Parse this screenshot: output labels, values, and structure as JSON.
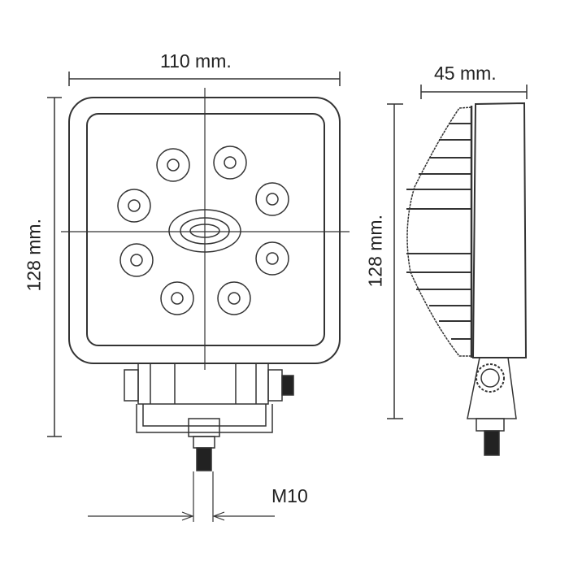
{
  "front_view": {
    "width_label": "110 mm.",
    "height_label": "128 mm.",
    "thread_label": "M10"
  },
  "side_view": {
    "depth_label": "45 mm.",
    "height_label": "128 mm."
  },
  "colors": {
    "line": "#333333",
    "bolt": "#222222"
  }
}
